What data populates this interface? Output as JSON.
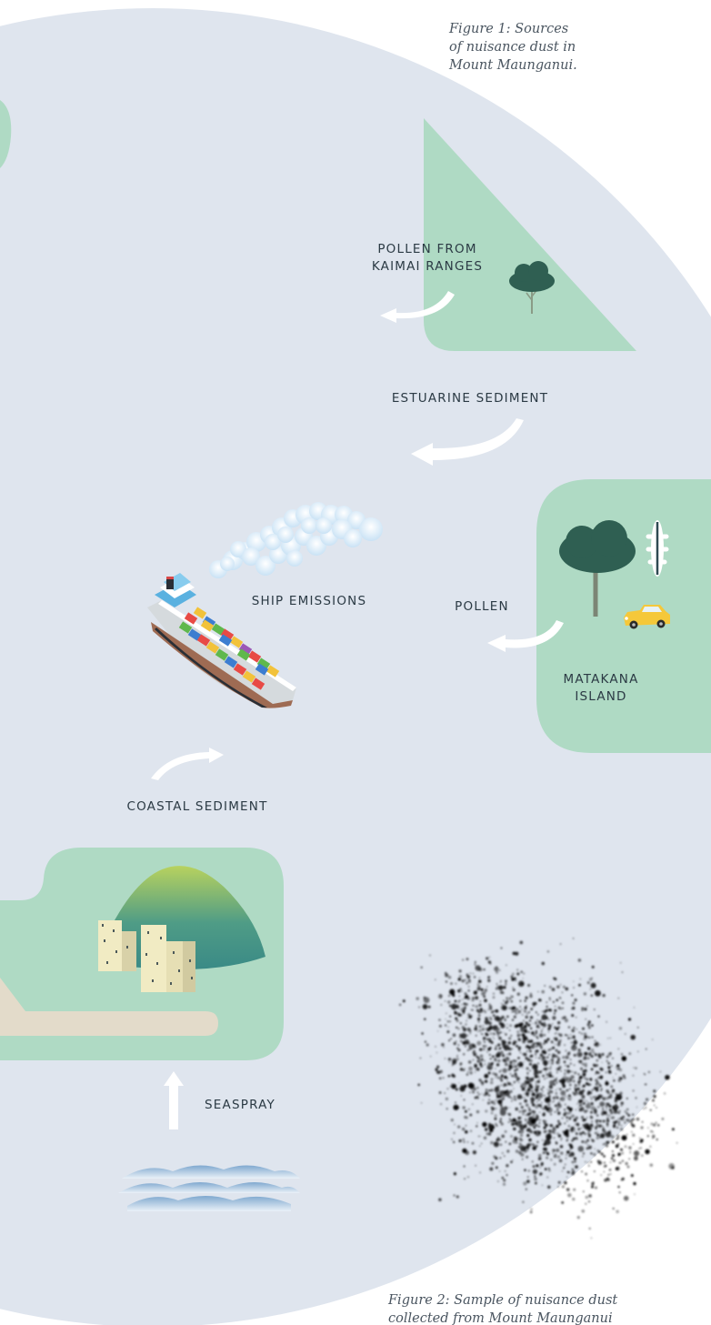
{
  "figure1_caption": [
    "Figure 1: Sources",
    "of nuisance dust in",
    "Mount Maunganui."
  ],
  "figure2_caption": [
    "Figure 2: Sample of nuisance dust",
    "collected from Mount Maunganui"
  ],
  "labels": {
    "pollen_kaimai": [
      "POLLEN FROM",
      "KAIMAI RANGES"
    ],
    "estuarine": "ESTUARINE SEDIMENT",
    "ship": "SHIP EMISSIONS",
    "pollen": "POLLEN",
    "matakana": [
      "MATAKANA",
      "ISLAND"
    ],
    "coastal": "COASTAL SEDIMENT",
    "seaspray": "SEASPRAY"
  },
  "colors": {
    "circle": "#dfe5ee",
    "land": "#afdac4",
    "tree": "#2f5f52",
    "arrow": "#ffffff",
    "text": "#2b3a44"
  }
}
